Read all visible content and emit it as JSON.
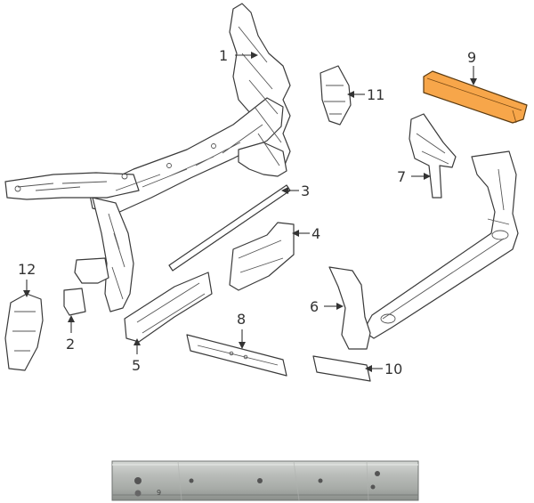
{
  "diagram": {
    "callouts": [
      {
        "id": "1",
        "label": "1"
      },
      {
        "id": "2",
        "label": "2"
      },
      {
        "id": "3",
        "label": "3"
      },
      {
        "id": "4",
        "label": "4"
      },
      {
        "id": "5",
        "label": "5"
      },
      {
        "id": "6",
        "label": "6"
      },
      {
        "id": "7",
        "label": "7"
      },
      {
        "id": "8",
        "label": "8"
      },
      {
        "id": "9",
        "label": "9"
      },
      {
        "id": "10",
        "label": "10"
      },
      {
        "id": "11",
        "label": "11"
      },
      {
        "id": "12",
        "label": "12"
      }
    ],
    "highlight_color": "#F7A64A",
    "highlight_part": "9"
  },
  "photo": {
    "part_number_mark": "9",
    "colors": {
      "metal_light": "#c9ccc9",
      "metal_mid": "#a4a8a4",
      "metal_dark": "#7b7f7c"
    }
  }
}
